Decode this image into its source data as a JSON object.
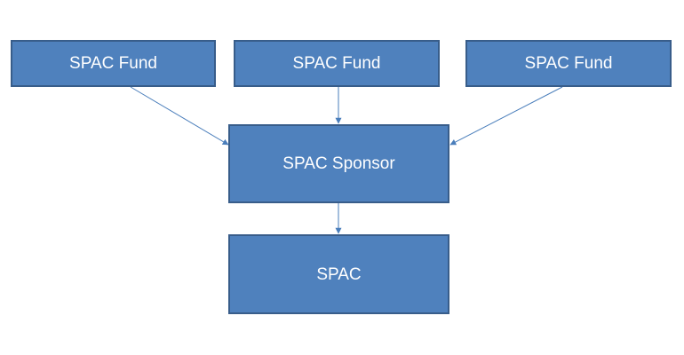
{
  "diagram": {
    "funds": [
      {
        "label": "SPAC Fund"
      },
      {
        "label": "SPAC Fund"
      },
      {
        "label": "SPAC Fund"
      }
    ],
    "sponsor": {
      "label": "SPAC Sponsor"
    },
    "spac": {
      "label": "SPAC"
    },
    "colors": {
      "box_fill": "#4f81bd",
      "box_border": "#385d8a",
      "arrow": "#4a7ebb",
      "text": "#ffffff",
      "background": "#ffffff"
    }
  }
}
